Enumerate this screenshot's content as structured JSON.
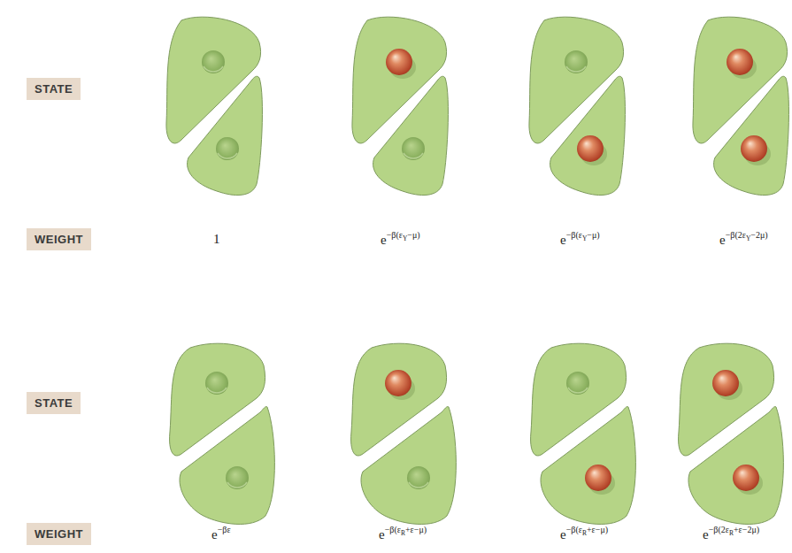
{
  "diagram": {
    "nodes": [
      {
        "text": [
          "STATE"
        ]
      },
      {
        "text": [
          "WEIGHT"
        ]
      },
      {
        "text": [
          "STATE"
        ]
      },
      {
        "text": [
          "WEIGHT"
        ]
      }
    ],
    "labels": [
      "1",
      "e",
      "−β(ε",
      "Y",
      "−μ)",
      "e",
      "−β(ε",
      "Y",
      "−μ)",
      "e",
      "−β(2ε",
      "Y",
      "−2μ)",
      "e",
      "−βε",
      "e",
      "−β(ε",
      "R",
      "+ε−μ)",
      "e",
      "−β(ε",
      "R",
      "+ε−μ)",
      "e",
      "−β(2ε",
      "R",
      "+ε−2μ)"
    ]
  }
}
